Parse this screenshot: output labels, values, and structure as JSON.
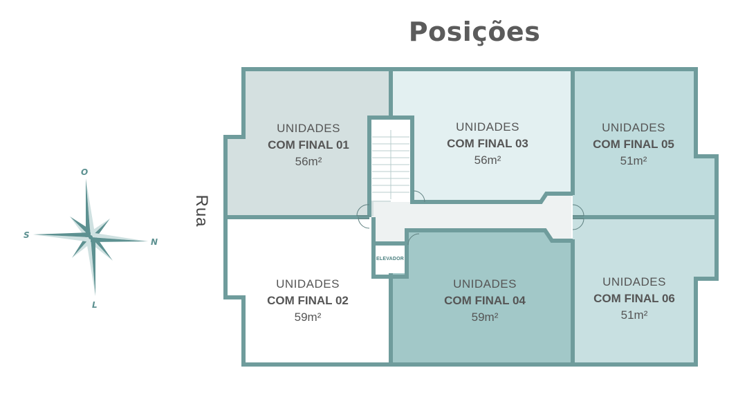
{
  "title": "Posições",
  "street_label": "Rua",
  "elevator_label": "ELEVADOR",
  "colors": {
    "wall": "#6f9c9c",
    "unit01": "#d4e0e0",
    "unit02": "#ffffff",
    "unit03": "#e3f0f1",
    "unit04": "#a2c8c8",
    "unit05": "#bfdcdd",
    "unit06": "#c8e0e1",
    "corridor": "#eef2f2",
    "text": "#555555"
  },
  "units": [
    {
      "line1": "UNIDADES",
      "line2": "COM FINAL 01",
      "area": "56m²"
    },
    {
      "line1": "UNIDADES",
      "line2": "COM FINAL 03",
      "area": "56m²"
    },
    {
      "line1": "UNIDADES",
      "line2": "COM FINAL 05",
      "area": "51m²"
    },
    {
      "line1": "UNIDADES",
      "line2": "COM FINAL 02",
      "area": "59m²"
    },
    {
      "line1": "UNIDADES",
      "line2": "COM FINAL 04",
      "area": "59m²"
    },
    {
      "line1": "UNIDADES",
      "line2": "COM FINAL 06",
      "area": "51m²"
    }
  ],
  "compass": {
    "north": "N",
    "south": "S",
    "east": "L",
    "west": "O"
  }
}
